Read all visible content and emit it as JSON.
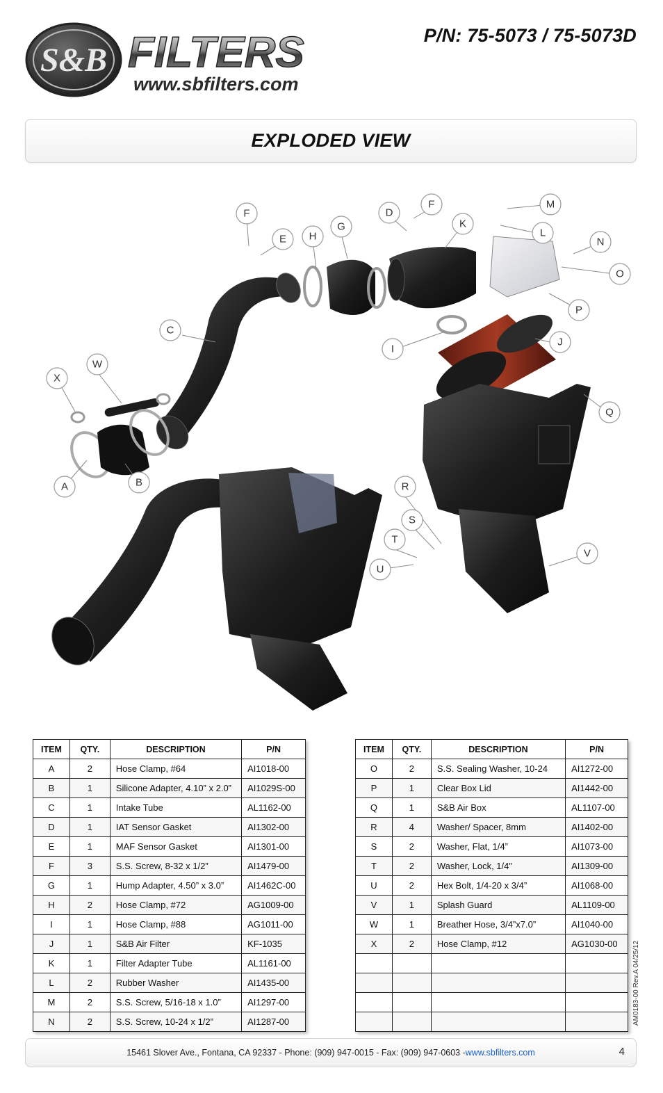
{
  "header": {
    "logo_text": "FILTERS",
    "logo_url": "www.sbfilters.com",
    "logo_badge": "S&B",
    "part_number": "P/N: 75-5073 / 75-5073D"
  },
  "section_title": "EXPLODED VIEW",
  "callouts": [
    "A",
    "B",
    "C",
    "D",
    "E",
    "F",
    "G",
    "H",
    "I",
    "J",
    "K",
    "L",
    "M",
    "N",
    "O",
    "P",
    "Q",
    "R",
    "S",
    "T",
    "U",
    "V",
    "W",
    "X"
  ],
  "table_headers": {
    "item": "ITEM",
    "qty": "QTY.",
    "description": "DESCRIPTION",
    "pn": "P/N"
  },
  "left_table": [
    {
      "item": "A",
      "qty": "2",
      "description": "Hose Clamp, #64",
      "pn": "AI1018-00"
    },
    {
      "item": "B",
      "qty": "1",
      "description": "Silicone Adapter, 4.10” x 2.0”",
      "pn": "AI1029S-00"
    },
    {
      "item": "C",
      "qty": "1",
      "description": "Intake Tube",
      "pn": "AL1162-00"
    },
    {
      "item": "D",
      "qty": "1",
      "description": "IAT Sensor Gasket",
      "pn": "AI1302-00"
    },
    {
      "item": "E",
      "qty": "1",
      "description": "MAF Sensor Gasket",
      "pn": "AI1301-00"
    },
    {
      "item": "F",
      "qty": "3",
      "description": "S.S. Screw, 8-32 x 1/2”",
      "pn": "AI1479-00"
    },
    {
      "item": "G",
      "qty": "1",
      "description": "Hump Adapter, 4.50” x 3.0”",
      "pn": "AI1462C-00"
    },
    {
      "item": "H",
      "qty": "2",
      "description": "Hose Clamp, #72",
      "pn": "AG1009-00"
    },
    {
      "item": "I",
      "qty": "1",
      "description": "Hose Clamp, #88",
      "pn": "AG1011-00"
    },
    {
      "item": "J",
      "qty": "1",
      "description": "S&B Air Filter",
      "pn": "KF-1035"
    },
    {
      "item": "K",
      "qty": "1",
      "description": "Filter Adapter Tube",
      "pn": "AL1161-00"
    },
    {
      "item": "L",
      "qty": "2",
      "description": "Rubber Washer",
      "pn": "AI1435-00"
    },
    {
      "item": "M",
      "qty": "2",
      "description": "S.S. Screw, 5/16-18 x 1.0”",
      "pn": "AI1297-00"
    },
    {
      "item": "N",
      "qty": "2",
      "description": "S.S. Screw, 10-24 x 1/2”",
      "pn": "AI1287-00"
    }
  ],
  "right_table": [
    {
      "item": "O",
      "qty": "2",
      "description": "S.S. Sealing Washer, 10-24",
      "pn": "AI1272-00"
    },
    {
      "item": "P",
      "qty": "1",
      "description": "Clear Box Lid",
      "pn": "AI1442-00"
    },
    {
      "item": "Q",
      "qty": "1",
      "description": "S&B Air Box",
      "pn": "AL1107-00"
    },
    {
      "item": "R",
      "qty": "4",
      "description": "Washer/ Spacer, 8mm",
      "pn": "AI1402-00"
    },
    {
      "item": "S",
      "qty": "2",
      "description": "Washer, Flat, 1/4”",
      "pn": "AI1073-00"
    },
    {
      "item": "T",
      "qty": "2",
      "description": "Washer, Lock, 1/4”",
      "pn": "AI1309-00"
    },
    {
      "item": "U",
      "qty": "2",
      "description": "Hex Bolt, 1/4-20 x 3/4”",
      "pn": "AI1068-00"
    },
    {
      "item": "V",
      "qty": "1",
      "description": "Splash Guard",
      "pn": "AL1109-00"
    },
    {
      "item": "W",
      "qty": "1",
      "description": "Breather Hose, 3/4”x7.0”",
      "pn": "AI1040-00"
    },
    {
      "item": "X",
      "qty": "2",
      "description": "Hose Clamp, #12",
      "pn": "AG1030-00"
    },
    {
      "item": "",
      "qty": "",
      "description": "",
      "pn": ""
    },
    {
      "item": "",
      "qty": "",
      "description": "",
      "pn": ""
    },
    {
      "item": "",
      "qty": "",
      "description": "",
      "pn": ""
    },
    {
      "item": "",
      "qty": "",
      "description": "",
      "pn": ""
    }
  ],
  "doc_revision": "AM0183-00 Rev.A 04/25/12",
  "footer": {
    "address": "15461 Slover Ave., Fontana, CA 92337 - Phone: (909) 947-0015 - Fax: (909) 947-0603 - ",
    "website": "www.sbfilters.com",
    "page_number": "4"
  }
}
